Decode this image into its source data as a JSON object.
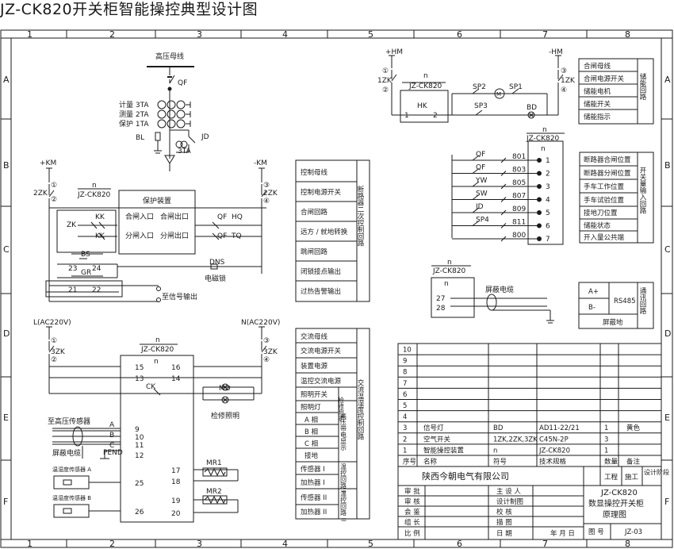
{
  "title": "JZ-CK820开关柜智能操控典型设计图",
  "grid": {
    "columns": [
      "1",
      "2",
      "3",
      "4",
      "5",
      "6",
      "7",
      "8"
    ],
    "rows": [
      "A",
      "B",
      "C",
      "D",
      "E",
      "F"
    ]
  },
  "hv_section": {
    "bus_label": "高压母线",
    "breaker": "QF",
    "ct_labels": [
      "计量 3TA",
      "测量 2TA",
      "保护 1TA"
    ],
    "bl_label": "BL",
    "ct_3ta": "3TA",
    "jd_label": "JD"
  },
  "dc_section": {
    "km_plus": "+KM",
    "km_minus": "-KM",
    "zk_left": "2ZK",
    "zk_right": "2ZK",
    "n1": "①",
    "n2": "②",
    "n3": "③",
    "n4": "④",
    "n_label": "n",
    "device": "JZ-CK820",
    "protection_title": "保护装置",
    "close_in": "合闸入口",
    "close_out": "合闸出口",
    "trip_in": "分闸入口",
    "trip_out": "分闸出口",
    "zk": "ZK",
    "kk": "KK",
    "kk2": "KK",
    "qf1": "QF",
    "hq": "HQ",
    "qf2": "QF",
    "tq": "TQ",
    "bs": "BS",
    "gr": "GR",
    "t23": "23",
    "t24": "24",
    "t21": "21",
    "t22": "22",
    "dns": "DNS",
    "lock": "电磁锁",
    "signal_out": "至信号输出",
    "c1": "①",
    "c2": "②",
    "c3": "③",
    "c4": "④"
  },
  "legend_a": {
    "items": [
      "控制母线",
      "控制电源开关",
      "合闸回路",
      "远方 / 就地转换",
      "跳闸回路",
      "闭锁接点输出",
      "过热告警输出"
    ],
    "side": "断路器二次控制回路"
  },
  "legend_b": {
    "items": [
      "交流母线",
      "交流电源开关",
      "装置电源",
      "温控交流电源",
      "照明开关",
      "照明灯",
      "A 相",
      "B 相",
      "C 相",
      "接地",
      "传感器 I",
      "加热器 I",
      "传感器 II",
      "加热器 II"
    ],
    "mid_lighting": "检修照明",
    "mid_sensor": "高压带电显示",
    "mid_temp1": "温控回路 I",
    "mid_temp2": "温控回路 II",
    "side": "交流温湿度控制回路"
  },
  "storage": {
    "hm_plus": "+HM",
    "hm_minus": "-HM",
    "zk1": "1ZK",
    "zk2": "1ZK",
    "n_label": "n",
    "device": "JZ-CK820",
    "hk": "HK",
    "p1": "1",
    "p2": "2",
    "sp1": "SP1",
    "sp2": "SP2",
    "sp3": "SP3",
    "bd": "BD",
    "m": "M",
    "items": [
      "合闸母线",
      "合闸电源开关",
      "储能电机",
      "储能开关",
      "储能指示"
    ],
    "side": "储能回路"
  },
  "inputs": {
    "n_label": "n",
    "device": "JZ-CK820",
    "switches": [
      "QF",
      "QF",
      "YW",
      "SW",
      "JD",
      "SP4"
    ],
    "codes": [
      "801",
      "803",
      "805",
      "807",
      "809",
      "811",
      "800"
    ],
    "terms": [
      "1",
      "2",
      "3",
      "4",
      "5",
      "6",
      "7"
    ],
    "items": [
      "断路器合闸位置",
      "断路器分闸位置",
      "手车工作位置",
      "手车试验位置",
      "接地刀位置",
      "储能状态",
      "开入量公共端"
    ],
    "side": "开关量输入回路"
  },
  "rs485": {
    "n_label": "n",
    "device": "JZ-CK820",
    "t27": "27",
    "t28": "28",
    "cable": "屏蔽电缆",
    "a": "A+",
    "b": "B-",
    "rs": "RS485",
    "shield": "屏蔽地",
    "side": "通讯回路"
  },
  "ac": {
    "l": "L(AC220V)",
    "n": "N(AC220V)",
    "zk": "3ZK",
    "zk2": "3ZK",
    "n_label": "n",
    "device": "JZ-CK820",
    "t15": "15",
    "t13": "13",
    "t16": "16",
    "t14": "14",
    "ck": "CK",
    "md": "MD",
    "repair_light": "检修照明",
    "sensor_to": "至高压传感器",
    "cable": "屏蔽电缆",
    "a": "A",
    "b": "B",
    "c": "C",
    "pend": "PEND",
    "t9": "9",
    "t10": "10",
    "t11": "11",
    "t12": "12",
    "s_a": "温湿度传感器 A",
    "s_b": "温湿度传感器 B",
    "t25": "25",
    "t26": "26",
    "t17": "17",
    "t18": "18",
    "t19": "19",
    "t20": "20",
    "mr1": "MR1",
    "mr2": "MR2"
  },
  "bom": {
    "empty_rows": [
      "10",
      "9",
      "8",
      "7",
      "6",
      "5",
      "4"
    ],
    "rows": [
      {
        "no": "3",
        "name": "信号灯",
        "sym": "BD",
        "spec": "AD11-22/21",
        "qty": "1",
        "note": "黄色"
      },
      {
        "no": "2",
        "name": "空气开关",
        "sym": "1ZK,2ZK,3ZK",
        "spec": "C45N-2P",
        "qty": "3",
        "note": ""
      },
      {
        "no": "1",
        "name": "智能操控装置",
        "sym": "n",
        "spec": "JZ-CK820",
        "qty": "1",
        "note": ""
      }
    ],
    "header": {
      "no": "序号",
      "name": "名称",
      "sym": "符号",
      "spec": "技术规格",
      "qty": "数量",
      "note": "备注"
    }
  },
  "titleblock": {
    "company": "陕西今朝电气有限公司",
    "project": "工程",
    "stage": "施工",
    "design_stage": "设计阶段",
    "left_labels": [
      "审 批",
      "审 核",
      "会 鉴",
      "组 长",
      "比 例"
    ],
    "mid_labels": [
      "主 设 人",
      "设计制图",
      "校   核",
      "描   图",
      "日   期"
    ],
    "date": "年 月 日",
    "drawing_title": [
      "JZ-CK820",
      "数显操控开关柜",
      "原理图"
    ],
    "drawing_no_label": "图 号",
    "drawing_no": "JZ-03"
  },
  "colors": {
    "line": "#1a1a1a",
    "background": "#ffffff"
  }
}
